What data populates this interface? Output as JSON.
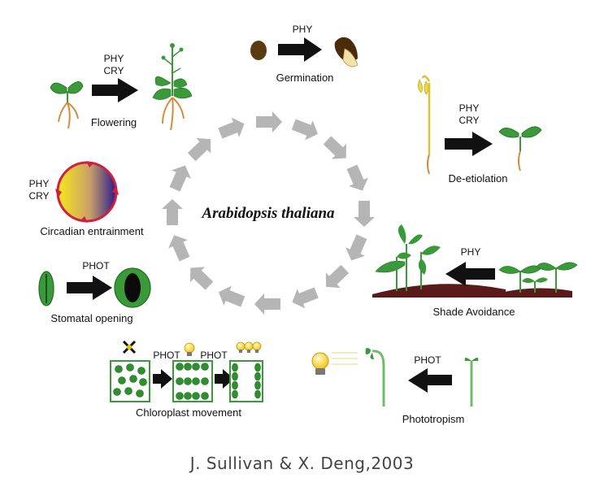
{
  "diagram": {
    "center_title": "Arabidopsis thaliana",
    "processes": {
      "germination": {
        "label": "Germination",
        "photoreceptors": [
          "PHY"
        ]
      },
      "flowering": {
        "label": "Flowering",
        "photoreceptors": [
          "PHY",
          "CRY"
        ]
      },
      "deetiolation": {
        "label": "De-etiolation",
        "photoreceptors": [
          "PHY",
          "CRY"
        ]
      },
      "circadian": {
        "label": "Circadian entrainment",
        "photoreceptors": [
          "PHY",
          "CRY"
        ]
      },
      "shade": {
        "label": "Shade Avoidance",
        "photoreceptors": [
          "PHY"
        ]
      },
      "stomatal": {
        "label": "Stomatal opening",
        "photoreceptors": [
          "PHOT"
        ]
      },
      "chloroplast": {
        "label": "Chloroplast movement",
        "photoreceptors": [
          "PHOT",
          "PHOT"
        ]
      },
      "phototropism": {
        "label": "Phototropism",
        "photoreceptors": [
          "PHOT"
        ]
      }
    }
  },
  "citation": "J. Sullivan & X. Deng,2003",
  "colors": {
    "leaf": "#3a9a3a",
    "leaf_dark": "#1f6e1f",
    "cycle_arrow": "#b5b5b5",
    "soil": "#5a1a1a",
    "root": "#d98a3a"
  }
}
